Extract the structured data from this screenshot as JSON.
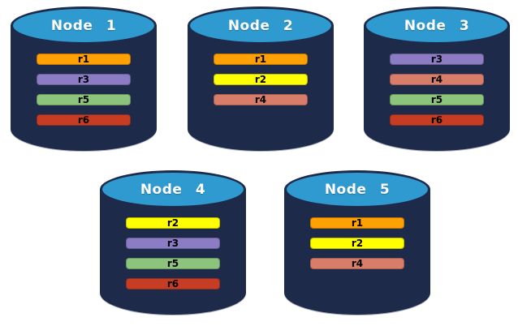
{
  "canvas": {
    "background": "#FFFFFF"
  },
  "palette": {
    "cylinder_body": "#1E2A4A",
    "cylinder_top_fill": "#2F9AD0",
    "cylinder_outline": "#1E2A4A",
    "node_title_color": "#FFFFFF",
    "bar_text_color": "#000000"
  },
  "replica_colors": {
    "r1": "#FFA005",
    "r2": "#FFFF00",
    "r3": "#8B7CC4",
    "r4": "#D97D6B",
    "r5": "#8DC47D",
    "r6": "#C63D24"
  },
  "nodes": [
    {
      "label": "Node 1",
      "replicas": [
        {
          "label": "r1",
          "color": "#FFA005"
        },
        {
          "label": "r3",
          "color": "#8B7CC4"
        },
        {
          "label": "r5",
          "color": "#8DC47D"
        },
        {
          "label": "r6",
          "color": "#C63D24"
        }
      ]
    },
    {
      "label": "Node 2",
      "replicas": [
        {
          "label": "r1",
          "color": "#FFA005"
        },
        {
          "label": "r2",
          "color": "#FFFF00"
        },
        {
          "label": "r4",
          "color": "#D97D6B"
        }
      ]
    },
    {
      "label": "Node 3",
      "replicas": [
        {
          "label": "r3",
          "color": "#8B7CC4"
        },
        {
          "label": "r4",
          "color": "#D97D6B"
        },
        {
          "label": "r5",
          "color": "#8DC47D"
        },
        {
          "label": "r6",
          "color": "#C63D24"
        }
      ]
    },
    {
      "label": "Node 4",
      "replicas": [
        {
          "label": "r2",
          "color": "#FFFF00"
        },
        {
          "label": "r3",
          "color": "#8B7CC4"
        },
        {
          "label": "r5",
          "color": "#8DC47D"
        },
        {
          "label": "r6",
          "color": "#C63D24"
        }
      ]
    },
    {
      "label": "Node 5",
      "replicas": [
        {
          "label": "r1",
          "color": "#FFA005"
        },
        {
          "label": "r2",
          "color": "#FFFF00"
        },
        {
          "label": "r4",
          "color": "#D97D6B"
        }
      ]
    }
  ]
}
